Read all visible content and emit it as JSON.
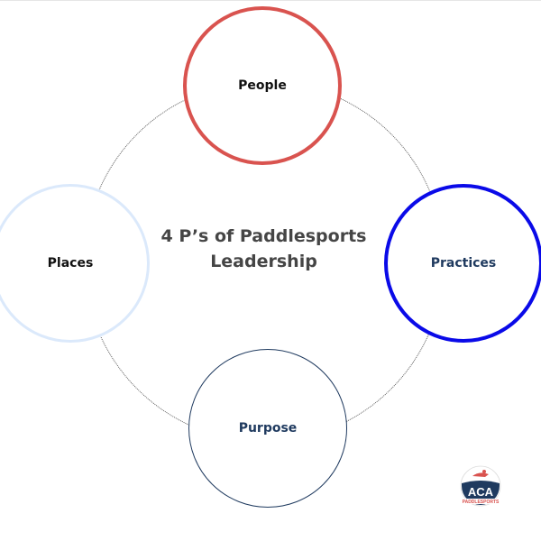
{
  "title": "4 P’s of Paddlesports Leadership",
  "nodes": {
    "people": "People",
    "practices": "Practices",
    "purpose": "Purpose",
    "places": "Places"
  },
  "logo": {
    "text": "ACA",
    "subtext": "PADDLESPORTS"
  },
  "colors": {
    "people": "#d9534f",
    "practices": "#0a0ae8",
    "purpose": "#1f3a5f",
    "places": "#dbe9fb"
  }
}
